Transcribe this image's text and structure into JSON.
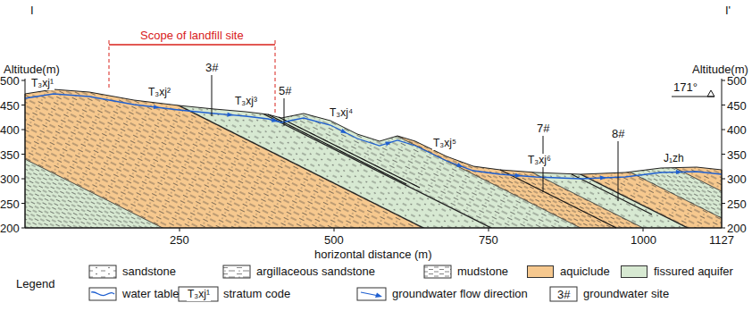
{
  "diagram": {
    "labels": [
      "I",
      "I'",
      "Scope of landfill site",
      "Altitude(m)",
      "Altitude(m)",
      "3#",
      "5#",
      "7#",
      "8#",
      "T₃xj¹",
      "T₃xj²",
      "T₃xj³",
      "T₃xj⁴",
      "T₃xj⁵",
      "T₃xj⁶",
      "J₁zh",
      "171°",
      "500",
      "450",
      "400",
      "350",
      "300",
      "250",
      "200",
      "500",
      "450",
      "400",
      "350",
      "300",
      "250",
      "200",
      "250",
      "500",
      "750",
      "1000",
      "1127",
      "horizontal distance (m)",
      "Legend",
      "T₃xj¹",
      "3#"
    ],
    "legend": [
      {
        "text": "sandstone"
      },
      {
        "text": "argillaceous sandstone"
      },
      {
        "text": "mudstone"
      },
      {
        "text": "aquiclude",
        "color": "#f6c88e"
      },
      {
        "text": "fissured aquifer",
        "color": "#d7e9d2"
      },
      {
        "text": "water table"
      },
      {
        "text": "stratum code"
      },
      {
        "text": "groundwater flow direction"
      },
      {
        "text": "groundwater site"
      }
    ]
  }
}
